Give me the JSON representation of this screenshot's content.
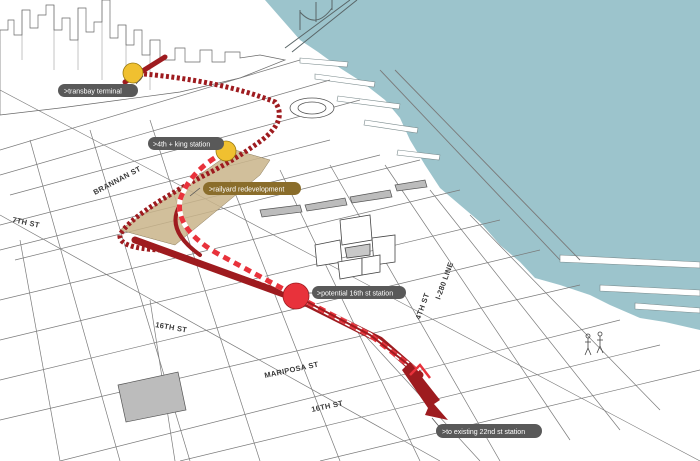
{
  "map": {
    "labels": {
      "transbay": ">transbay terminal",
      "fourth_king": ">4th + king station",
      "railyard": ">railyard redevelopment",
      "sixteenth_station": ">potential 16th st station",
      "twentysecond": ">to existing 22nd st station"
    },
    "streets": {
      "brannan": "BRANNAN ST",
      "seventh": "7TH ST",
      "sixteenth": "16TH ST",
      "mariposa": "MARIPOSA ST",
      "sixteenth_lower": "16TH ST",
      "fourth": "4TH ST",
      "i280": "I-280 LINE"
    },
    "colors": {
      "water": "#9cc4cc",
      "rail": "#9e1b1f",
      "rail_dash": "#e8323b",
      "station_yellow": "#f0c030",
      "station_red": "#e8323b",
      "railyard": "#c9b48a",
      "label_dark": "#595959",
      "label_gold": "#8a6d2b"
    }
  }
}
